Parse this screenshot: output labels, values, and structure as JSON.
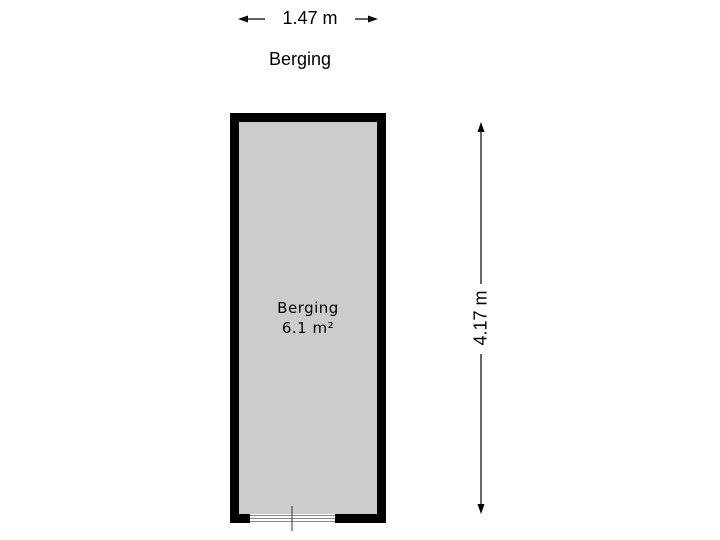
{
  "floorplan": {
    "title": "Berging",
    "dimensions": {
      "width_label": "1.47 m",
      "height_label": "4.17 m"
    },
    "rooms": [
      {
        "name": "Berging",
        "area": "6.1 m²"
      }
    ],
    "colors": {
      "wall": "#000000",
      "floor": "#cccccc",
      "background": "#ffffff",
      "dimension_line": "#000000"
    }
  }
}
